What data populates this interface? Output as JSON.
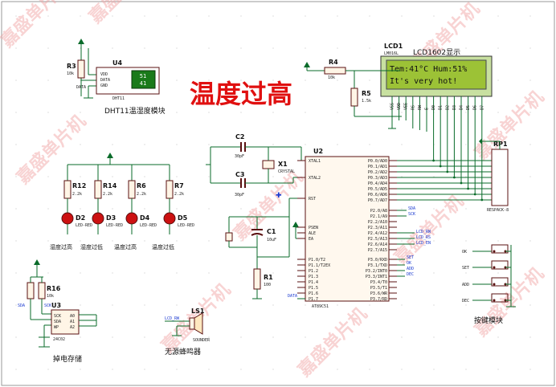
{
  "title": "温度过高",
  "watermark": "嘉盛单片机",
  "colors": {
    "wire": "#0a6b2a",
    "part_outline": "#5a1010",
    "title_red": "#e01010",
    "lcd_bg": "#9cc236",
    "led_red": "#cc1111",
    "watermark": "#f0a0a0"
  },
  "lcd": {
    "ref": "LCD1",
    "model": "LM016L",
    "caption": "LCD1602显示",
    "line1": "Tem:41°C Hum:51%",
    "line2": "It's very hot!"
  },
  "dht": {
    "ref": "U4",
    "part": "DHT11",
    "pins": [
      "VDD",
      "DATA",
      "GND"
    ],
    "display_top": "51",
    "display_bottom": "41",
    "caption": "DHT11温湿度模块"
  },
  "resistors": [
    {
      "ref": "R3",
      "value": "10k"
    },
    {
      "ref": "R4",
      "value": "10k"
    },
    {
      "ref": "R5",
      "value": "1.5k"
    },
    {
      "ref": "R12",
      "value": "2.2k"
    },
    {
      "ref": "R14",
      "value": "2.2k"
    },
    {
      "ref": "R6",
      "value": "2.2k"
    },
    {
      "ref": "R7",
      "value": "2.2k"
    },
    {
      "ref": "R16",
      "value": "10k"
    },
    {
      "ref": "R1",
      "value": "100"
    }
  ],
  "leds": [
    {
      "ref": "D2",
      "part": "LED-RED",
      "caption": "湿度过高"
    },
    {
      "ref": "D3",
      "part": "LED-RED",
      "caption": "湿度过低"
    },
    {
      "ref": "D4",
      "part": "LED-RED",
      "caption": "温度过高"
    },
    {
      "ref": "D5",
      "part": "LED-RED",
      "caption": "温度过低"
    }
  ],
  "caps": [
    {
      "ref": "C2",
      "value": "30pF"
    },
    {
      "ref": "C3",
      "value": "30pF"
    },
    {
      "ref": "C1",
      "value": "10uF"
    }
  ],
  "crystal": {
    "ref": "X1",
    "value": "CRYSTAL"
  },
  "mcu": {
    "ref": "U2",
    "part": "AT89C51",
    "left_top": [
      "XTAL1",
      "XTAL2",
      "RST",
      "PSEN",
      "ALE",
      "EA"
    ],
    "left_bottom": [
      "P1.0/T2",
      "P1.1/T2EX",
      "P1.2",
      "P1.3",
      "P1.4",
      "P1.5",
      "P1.6",
      "P1.7"
    ],
    "right_p0": [
      "P0.0/AD0",
      "P0.1/AD1",
      "P0.2/AD2",
      "P0.3/AD3",
      "P0.4/AD4",
      "P0.5/AD5",
      "P0.6/AD6",
      "P0.7/AD7"
    ],
    "right_p2": [
      "P2.0/A8",
      "P2.1/A9",
      "P2.2/A10",
      "P2.3/A11",
      "P2.4/A12",
      "P2.5/A13",
      "P2.6/A14",
      "P2.7/A15"
    ],
    "right_p3": [
      "P3.0/RXD",
      "P3.1/TXD",
      "P3.2/INT0",
      "P3.3/INT1",
      "P3.4/T0",
      "P3.5/T1",
      "P3.6/WR",
      "P3.7/RD"
    ],
    "net_labels": [
      "SDA",
      "SCK",
      "LCD_RW",
      "LCD_RS",
      "LCD_EN",
      "SET",
      "OK",
      "ADD",
      "DEC",
      "DATA"
    ]
  },
  "respack": {
    "ref": "RP1",
    "part": "RESPACK-8"
  },
  "eeprom": {
    "ref": "U3",
    "part": "24C02",
    "pins": [
      "SCK",
      "SDA",
      "WP",
      "A0",
      "A1",
      "A2"
    ],
    "caption": "掉电存储",
    "nets": [
      "SDA",
      "SCK"
    ]
  },
  "buzzer": {
    "ref": "LS1",
    "part": "SOUNDER",
    "net": "LCD_RW",
    "caption": "无源蜂鸣器"
  },
  "keys": {
    "labels": [
      "OK",
      "SET",
      "ADD",
      "DEC"
    ],
    "caption": "按键模块"
  },
  "lcd_pins": [
    "VSS",
    "VDD",
    "VEE",
    "RS",
    "RW",
    "E",
    "D0",
    "D1",
    "D2",
    "D3",
    "D4",
    "D5",
    "D6",
    "D7"
  ]
}
